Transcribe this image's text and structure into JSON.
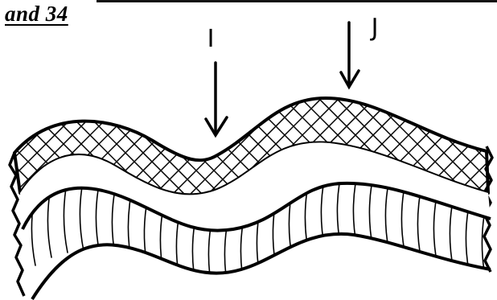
{
  "heading": {
    "text": "and 34"
  },
  "markers": [
    {
      "label": "I"
    },
    {
      "label": "J"
    }
  ],
  "colors": {
    "ink": "#000000",
    "paper": "#ffffff"
  }
}
